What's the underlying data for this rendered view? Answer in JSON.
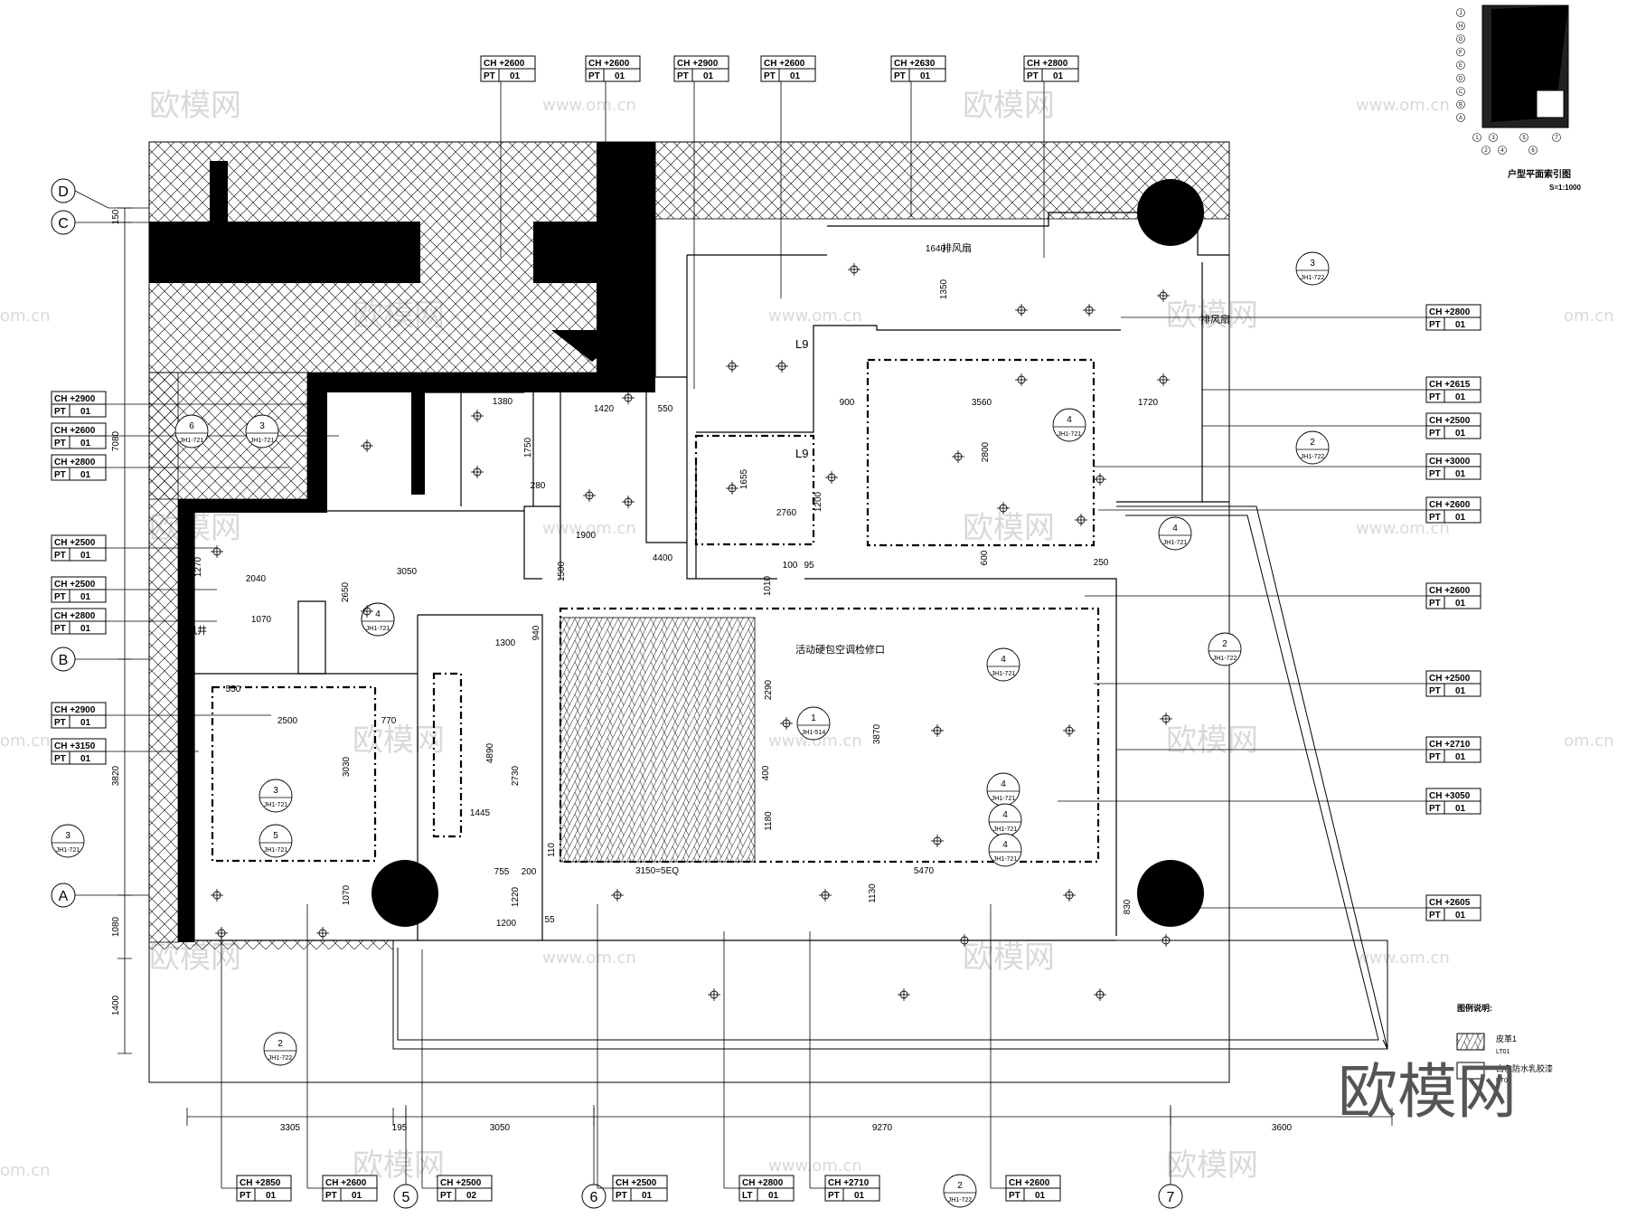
{
  "ceiling_tags": {
    "top": [
      {
        "ch": "CH +2600",
        "pt": "PT",
        "code": "01"
      },
      {
        "ch": "CH +2600",
        "pt": "PT",
        "code": "01"
      },
      {
        "ch": "CH +2900",
        "pt": "PT",
        "code": "01"
      },
      {
        "ch": "CH +2600",
        "pt": "PT",
        "code": "01"
      },
      {
        "ch": "CH +2630",
        "pt": "PT",
        "code": "01"
      },
      {
        "ch": "CH +2800",
        "pt": "PT",
        "code": "01"
      }
    ],
    "left": [
      {
        "ch": "CH +2900",
        "pt": "PT",
        "code": "01"
      },
      {
        "ch": "CH +2600",
        "pt": "PT",
        "code": "01"
      },
      {
        "ch": "CH +2800",
        "pt": "PT",
        "code": "01"
      },
      {
        "ch": "CH +2500",
        "pt": "PT",
        "code": "01"
      },
      {
        "ch": "CH +2500",
        "pt": "PT",
        "code": "01"
      },
      {
        "ch": "CH +2800",
        "pt": "PT",
        "code": "01"
      },
      {
        "ch": "CH +2900",
        "pt": "PT",
        "code": "01"
      },
      {
        "ch": "CH +3150",
        "pt": "PT",
        "code": "01"
      }
    ],
    "right": [
      {
        "ch": "CH +2800",
        "pt": "PT",
        "code": "01"
      },
      {
        "ch": "CH +2615",
        "pt": "PT",
        "code": "01"
      },
      {
        "ch": "CH +2500",
        "pt": "PT",
        "code": "01"
      },
      {
        "ch": "CH +3000",
        "pt": "PT",
        "code": "01"
      },
      {
        "ch": "CH +2600",
        "pt": "PT",
        "code": "01"
      },
      {
        "ch": "CH +2600",
        "pt": "PT",
        "code": "01"
      },
      {
        "ch": "CH +2500",
        "pt": "PT",
        "code": "01"
      },
      {
        "ch": "CH +2710",
        "pt": "PT",
        "code": "01"
      },
      {
        "ch": "CH +3050",
        "pt": "PT",
        "code": "01"
      },
      {
        "ch": "CH +2605",
        "pt": "PT",
        "code": "01"
      }
    ],
    "bottom": [
      {
        "ch": "CH +2850",
        "pt": "PT",
        "code": "01"
      },
      {
        "ch": "CH +2600",
        "pt": "PT",
        "code": "01"
      },
      {
        "ch": "CH +2500",
        "pt": "PT",
        "code": "02"
      },
      {
        "ch": "CH +2500",
        "pt": "PT",
        "code": "01"
      },
      {
        "ch": "CH +2800",
        "pt": "LT",
        "code": "01"
      },
      {
        "ch": "CH +2710",
        "pt": "PT",
        "code": "01"
      },
      {
        "ch": "CH +2600",
        "pt": "PT",
        "code": "01"
      }
    ]
  },
  "grid_axes": {
    "rows": [
      "D",
      "C",
      "B",
      "A"
    ],
    "cols": [
      "5",
      "6",
      "7"
    ]
  },
  "dimensions": {
    "bottom": [
      "3305",
      "195",
      "3050",
      "9270",
      "3600"
    ],
    "left": [
      "150",
      "7080",
      "3820",
      "1080",
      "1400"
    ],
    "interior": [
      "1380",
      "1750",
      "1420",
      "550",
      "280",
      "1900",
      "1640",
      "1350",
      "900",
      "3560",
      "1720",
      "2800",
      "1655",
      "1200",
      "2760",
      "600",
      "1010",
      "95",
      "100",
      "250",
      "3050",
      "2650",
      "2040",
      "1270",
      "1070",
      "550",
      "2500",
      "770",
      "1300",
      "4400",
      "1500",
      "2290",
      "3870",
      "5470",
      "1130",
      "830",
      "3150=5EQ",
      "3030",
      "1070",
      "4890",
      "2730",
      "1445",
      "755",
      "200",
      "1220",
      "1200",
      "940",
      "400",
      "1180",
      "110",
      "55"
    ]
  },
  "detail_refs": [
    {
      "num": "3",
      "sheet": "JH1-722"
    },
    {
      "num": "4",
      "sheet": "JH1-721"
    },
    {
      "num": "2",
      "sheet": "JH1-722"
    },
    {
      "num": "4",
      "sheet": "JH1-721"
    },
    {
      "num": "2",
      "sheet": "JH1-722"
    },
    {
      "num": "4",
      "sheet": "JH1-721"
    },
    {
      "num": "4",
      "sheet": "JH1-721"
    },
    {
      "num": "4",
      "sheet": "JH1-721"
    },
    {
      "num": "4",
      "sheet": "JH1-721"
    },
    {
      "num": "6",
      "sheet": "JH1-721"
    },
    {
      "num": "3",
      "sheet": "JH1-721"
    },
    {
      "num": "4",
      "sheet": "JH1-721"
    },
    {
      "num": "3",
      "sheet": "JH1-721"
    },
    {
      "num": "5",
      "sheet": "JH1-721"
    },
    {
      "num": "3",
      "sheet": "JH1-721"
    },
    {
      "num": "2",
      "sheet": "JH1-722"
    },
    {
      "num": "2",
      "sheet": "JH1-722"
    },
    {
      "num": "4",
      "sheet": "JH1-721"
    },
    {
      "num": "1",
      "sheet": "JH1-514"
    }
  ],
  "labels": {
    "exhaust": "排风扇",
    "exhaust2": "排风扇",
    "vent_shaft": "风井",
    "ac_access": "活动硬包空调检修口",
    "l9_a": "L9",
    "l9_b": "L9"
  },
  "key_plan": {
    "title": "户型平面索引图",
    "scale": "S=1:1000",
    "rows": [
      "J",
      "H",
      "G",
      "F",
      "E",
      "D",
      "C",
      "B",
      "A"
    ],
    "cols": [
      "1",
      "2",
      "3",
      "4",
      "5",
      "6",
      "7"
    ]
  },
  "legend": {
    "title": "图例说明:",
    "item1": "皮革1",
    "item1_code": "LT01",
    "item2": "白色防水乳胶漆",
    "item2_code": "PT01"
  },
  "watermark": {
    "brand": "欧模网",
    "url": "www.om.cn",
    "domain": "om.cn"
  },
  "colors": {
    "line": "#000000",
    "wall": "#000000",
    "watermark": "#d9d9d9"
  }
}
